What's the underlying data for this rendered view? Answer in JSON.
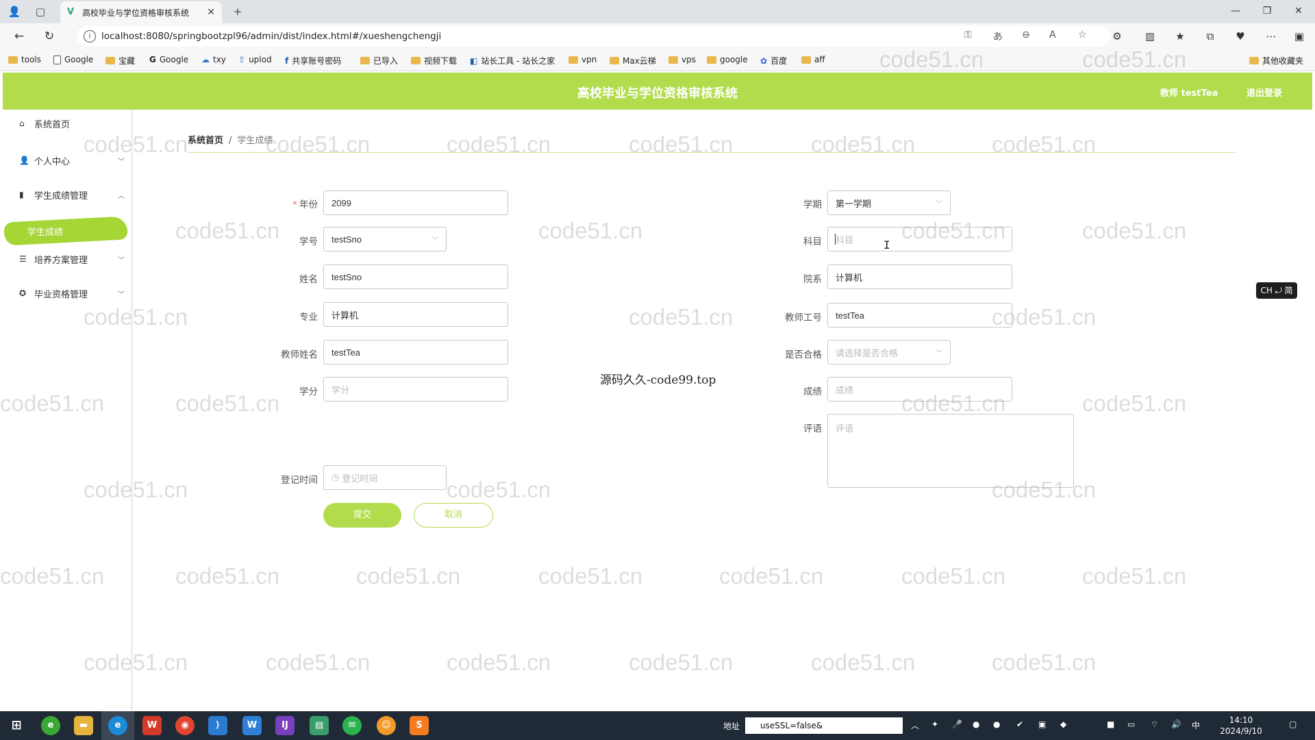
{
  "browser": {
    "tab_title": "高校毕业与学位资格审核系统",
    "url": "localhost:8080/springbootzpl96/admin/dist/index.html#/xueshengchengji",
    "bookmarks": [
      "tools",
      "Google",
      "宝藏",
      "Google",
      "txy",
      "uplod",
      "共享账号密码",
      "已导入",
      "视频下载",
      "站长工具 - 站长之家",
      "vpn",
      "Max云梯",
      "vps",
      "google",
      "百度",
      "aff",
      "其他收藏夹"
    ]
  },
  "app": {
    "title": "高校毕业与学位资格审核系统",
    "user": "教师 testTea",
    "logout": "退出登录"
  },
  "sidebar": {
    "items": [
      {
        "label": "系统首页",
        "icon": "home-icon"
      },
      {
        "label": "个人中心",
        "icon": "user-icon"
      },
      {
        "label": "学生成绩管理",
        "icon": "chart-icon"
      },
      {
        "label": "培养方案管理",
        "icon": "list-icon"
      },
      {
        "label": "毕业资格管理",
        "icon": "badge-icon"
      }
    ],
    "sub_active": "学生成绩"
  },
  "breadcrumb": {
    "home": "系统首页",
    "sep": "/",
    "current": "学生成绩"
  },
  "form": {
    "year": {
      "label": "年份",
      "value": "2099"
    },
    "semester": {
      "label": "学期",
      "value": "第一学期"
    },
    "student_no": {
      "label": "学号",
      "value": "testSno"
    },
    "subject": {
      "label": "科目",
      "placeholder": "科目"
    },
    "name": {
      "label": "姓名",
      "value": "testSno"
    },
    "department": {
      "label": "院系",
      "value": "计算机"
    },
    "major": {
      "label": "专业",
      "value": "计算机"
    },
    "teacher_no": {
      "label": "教师工号",
      "value": "testTea"
    },
    "teacher_name": {
      "label": "教师姓名",
      "value": "testTea"
    },
    "qualified": {
      "label": "是否合格",
      "placeholder": "请选择是否合格"
    },
    "credit": {
      "label": "学分",
      "placeholder": "学分"
    },
    "score": {
      "label": "成绩",
      "placeholder": "成绩"
    },
    "comment": {
      "label": "评语",
      "placeholder": "评语"
    },
    "register_time": {
      "label": "登记时间",
      "placeholder": "登记时间"
    },
    "submit": "提交",
    "cancel": "取消"
  },
  "overlay_text": "源码久久-code99.top",
  "watermark": "code51.cn",
  "ime": "CH ⤾ 简",
  "taskbar": {
    "addr_label": "地址",
    "addr_value": "useSSL=false&",
    "time": "14:10",
    "date": "2024/9/10",
    "ime": "中"
  },
  "colors": {
    "accent": "#b2dc4b",
    "accent_dark": "#a5d636"
  }
}
